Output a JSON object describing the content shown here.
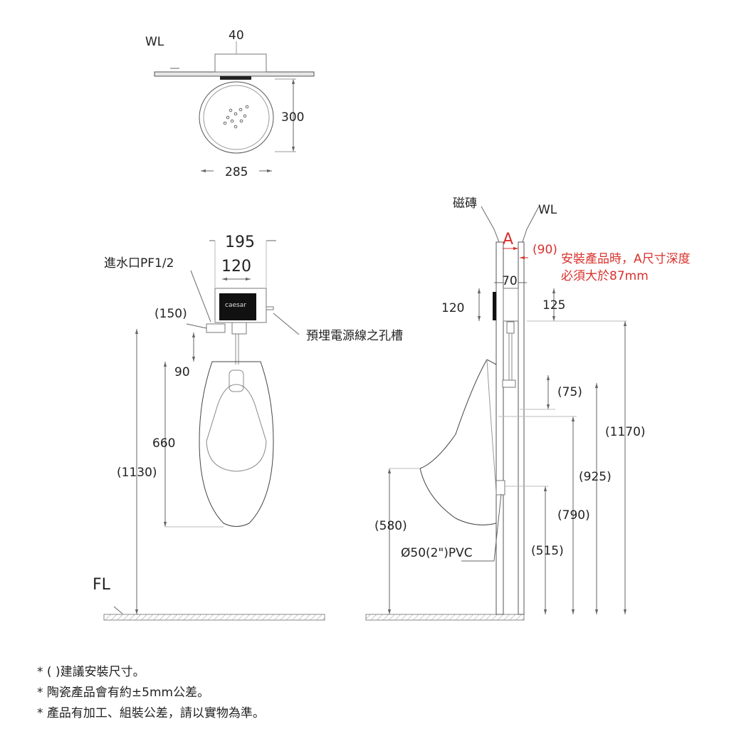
{
  "top_view": {
    "wl": "WL",
    "width_40": "40",
    "depth_300": "300",
    "width_285": "285"
  },
  "front_view": {
    "inlet": "進水口PF1/2",
    "w195": "195",
    "w120": "120",
    "brand": "caesar",
    "off150": "(150)",
    "conduit": "預埋電源線之孔槽",
    "h90": "90",
    "h660": "660",
    "h1130": "(1130)",
    "fl": "FL"
  },
  "side_view": {
    "tile": "磁磚",
    "wl": "WL",
    "a_label": "A",
    "a90": "(90)",
    "note_line1": "安裝產品時，A尺寸深度",
    "note_line2": "必須大於87mm",
    "w70": "70",
    "h120": "120",
    "h125": "125",
    "h75": "(75)",
    "h1170": "(1170)",
    "h925": "(925)",
    "h790": "(790)",
    "h580": "(580)",
    "h515": "(515)",
    "pipe": "Ø50(2\")PVC"
  },
  "notes": [
    "* ( )建議安裝尺寸。",
    "* 陶瓷產品會有約±5mm公差。",
    "* 產品有加工、組裝公差，請以實物為準。"
  ]
}
